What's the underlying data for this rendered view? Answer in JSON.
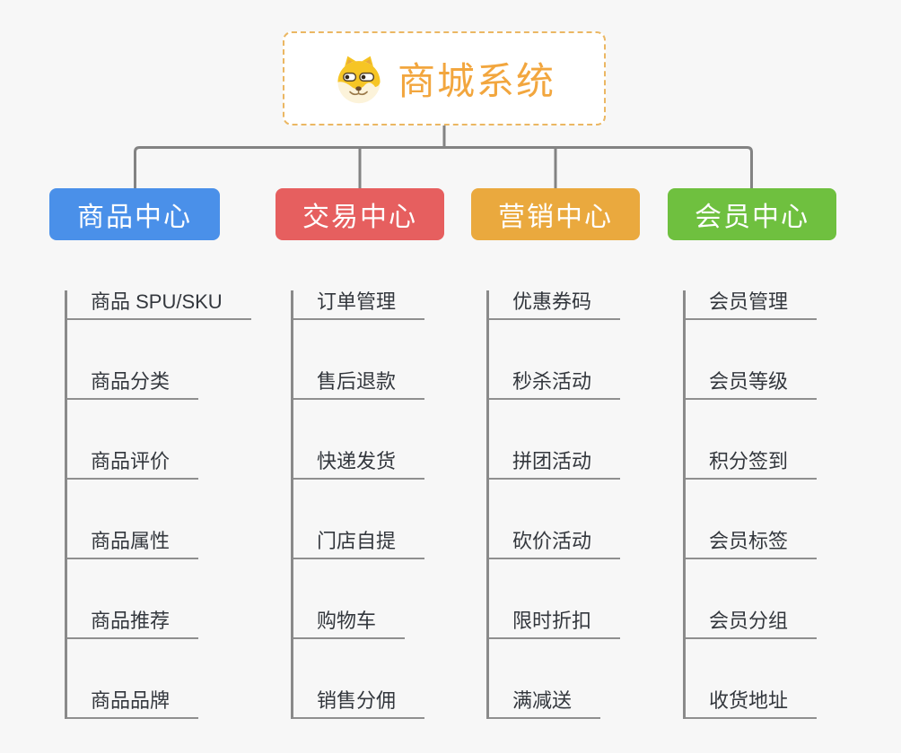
{
  "root": {
    "title": "商城系统",
    "icon": "dog-face-icon"
  },
  "branches": [
    {
      "label": "商品中心",
      "color": "#4a90e9",
      "children": [
        "商品 SPU/SKU",
        "商品分类",
        "商品评价",
        "商品属性",
        "商品推荐",
        "商品品牌"
      ]
    },
    {
      "label": "交易中心",
      "color": "#e65f5f",
      "children": [
        "订单管理",
        "售后退款",
        "快递发货",
        "门店自提",
        "购物车",
        "销售分佣"
      ]
    },
    {
      "label": "营销中心",
      "color": "#eaa93e",
      "children": [
        "优惠券码",
        "秒杀活动",
        "拼团活动",
        "砍价活动",
        "限时折扣",
        "满减送"
      ]
    },
    {
      "label": "会员中心",
      "color": "#6fc03f",
      "children": [
        "会员管理",
        "会员等级",
        "积分签到",
        "会员标签",
        "会员分组",
        "收货地址"
      ]
    }
  ],
  "colors": {
    "page_background": "#f7f7f7",
    "root_accent": "#f2a63e",
    "root_border": "#ebb763",
    "connector": "#838383",
    "spine": "#8a8a8a",
    "underline": "#8f8f8f",
    "child_text": "#33373d"
  }
}
